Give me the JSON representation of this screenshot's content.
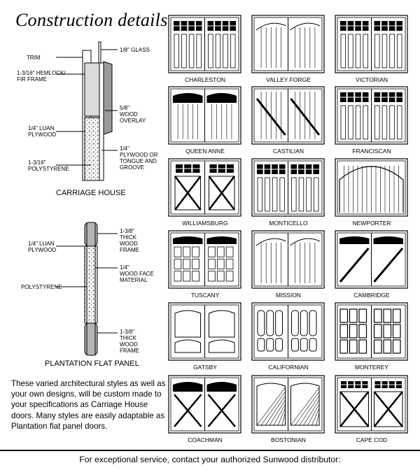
{
  "title": "Construction details",
  "carriage_house": {
    "heading": "CARRIAGE HOUSE",
    "labels": {
      "trim": "TRIM",
      "frame": "1-3/16\" HEMLOCK/\nFIR FRAME",
      "luan": "1/4\" LUAN\nPLYWOOD",
      "polystyrene": "1-3/16\"\nPOLYSTYRENE",
      "glass": "1/8\" GLASS",
      "overlay": "5/8\"\nWOOD\nOVERLAY",
      "plywood_groove": "1/4\"\nPLYWOOD OR\nTONGUE AND\nGROOVE"
    }
  },
  "plantation": {
    "heading": "PLANTATION FLAT PANEL",
    "labels": {
      "luan": "1/4\" LUAN\nPLYWOOD",
      "polystyrene": "POLYSTYRENE",
      "frame_top": "1-3/8\"\nTHICK\nWOOD\nFRAME",
      "face": "1/4\"\nWOOD FACE\nMATERIAL",
      "frame_bottom": "1-3/8\"\nTHICK\nWOOD\nFRAME"
    }
  },
  "doors": [
    {
      "name": "CHARLESTON",
      "style": "rect-windows-vertical"
    },
    {
      "name": "VALLEY FORGE",
      "style": "arch-vertical"
    },
    {
      "name": "VICTORIAN",
      "style": "rect-windows-vertical"
    },
    {
      "name": "QUEEN ANNE",
      "style": "arch-windows-boards"
    },
    {
      "name": "CASTILIAN",
      "style": "x-boards"
    },
    {
      "name": "FRANCISCAN",
      "style": "rect-windows-vertical"
    },
    {
      "name": "WILLIAMSBURG",
      "style": "windows-x-panels"
    },
    {
      "name": "MONTICELLO",
      "style": "rect-windows-vertical"
    },
    {
      "name": "NEWPORTER",
      "style": "arch-vertical"
    },
    {
      "name": "TUSCANY",
      "style": "arch-windows-panels"
    },
    {
      "name": "MISSION",
      "style": "arch-vertical-plain"
    },
    {
      "name": "CAMBRIDGE",
      "style": "windows-diagonal"
    },
    {
      "name": "GATSBY",
      "style": "curved-panels"
    },
    {
      "name": "CALIFORNIAN",
      "style": "rounded-panels"
    },
    {
      "name": "MONTEREY",
      "style": "raised-panels"
    },
    {
      "name": "COACHMAN",
      "style": "arch-windows-x"
    },
    {
      "name": "BOSTONIAN",
      "style": "arch-diagonal-boards"
    },
    {
      "name": "CAPE COD",
      "style": "windows-x-rect"
    }
  ],
  "note": "These varied architectural styles as well as your own designs, will be custom made to your specifications as Carriage House doors. Many styles are easily adaptable as Plantation flat panel doors.",
  "footer": "For exceptional service, contact your authorized Sunwood distributor:"
}
